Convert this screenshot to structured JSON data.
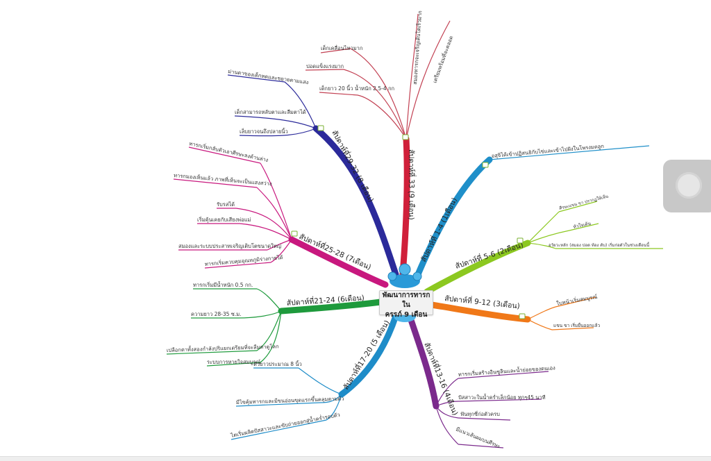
{
  "center": {
    "line1": "พัฒนาการทารกใน",
    "line2": "ครรภ์ 9 เดือน"
  },
  "branches": [
    {
      "id": "w33",
      "label": "สัปดาห์ที่ 33 (9 เดือน)",
      "color": "#d0203a",
      "leaves": [
        "เด็กเคลื่อนไหวมาก",
        "สมองทารกจะเจริญเติบโตเร็วมาก",
        "เตรียมพร้อมที่จะคลอด",
        "ปอดแข็งแรงมาก",
        "เด็กยาว 20 นิ้ว น้ำหนัก 2.5-4 กก"
      ]
    },
    {
      "id": "w29",
      "label": "สัปดาห์ที่29-32 (8 เดือน)",
      "color": "#2b2a9a",
      "leaves": [
        "ม่านตาของเด็กหดและขยายตามแสง",
        "เด็กสามารถหลับตาและลืมตาได้",
        "เล็บยาวจนถึงปลายนิ้ว"
      ]
    },
    {
      "id": "w25",
      "label": "สัปดาห์ที่25-28 (7เดือน)",
      "color": "#c8187e",
      "leaves": [
        "ทารกเริ่มกลับตัวเอาศีรษะลงด้านล่าง",
        "ทารกมองเห็นแล้ว ภาพที่เห็นจะเป็นแสงสว่าง",
        "รับรสได้",
        "เริ่มคุ้นเคยกับเสียงพ่อแม่",
        "สมองและระบบประสาทเจริญเติบโตขนาดใหญ่",
        "ทารกเริ่มควบคุมอุณหภูมิร่างกายได้"
      ]
    },
    {
      "id": "w21",
      "label": "สัปดาห์ที่21-24 (6เดือน)",
      "color": "#1e9a3c",
      "leaves": [
        "ทารกเริ่มมีน้ำหนัก 0.5 กก.",
        "ความยาว 28-35 ซ.ม.",
        "เปลือกตาทั้งสองกำลังปริแยกเตรียมที่จะลืมตาดูโลก",
        "ระบบการหายใจสมบูรณ์"
      ]
    },
    {
      "id": "w17",
      "label": "สัปดาห์ที่17-20 (5 เดือน)",
      "color": "#1e8cc8",
      "leaves": [
        "ตัวยาวประมาณ 8 นิ้ว",
        "มีไขคุ้มทารกและมีขนอ่อนขุดแรกขึ้นคลุมตามตัว",
        "ไตเริ่มผลิตปัสสาวะและขับถ่ายออกสู่น้ำคร่ำรอบตัว"
      ]
    },
    {
      "id": "w13",
      "label": "สัปดาห์ที่13-16 (4เดือน)",
      "color": "#7b2a8c",
      "leaves": [
        "ทารกเริ่มสร้างอินซูลินและน้ำย่อยของตนเอง",
        "ปัสสาวะในน้ำคร่ำเล็กน้อย ทุกๆ45 นาที",
        "ฟันทุกซี่ก่อตัวครบ",
        "มีแนวเส้นผมบนศีรษะ"
      ]
    },
    {
      "id": "w9",
      "label": "สัปดาห์ที่ 9-12 (3เดือน)",
      "color": "#f07818",
      "leaves": [
        "ใบหน้าเริ่มสมบูรณ์",
        "แขน ขา เริ่มยื่นออกแล้ว"
      ]
    },
    {
      "id": "w5",
      "label": "สัปดาห์ที่ 5-6 (2เดือน)",
      "color": "#8cc820",
      "leaves": [
        "ศีรษะแขน ขา ปรากฏให้เห็น",
        "หัวใจเต้น",
        "อวัยวะหลัก (สมอง ปอด ท้อง ตับ) เริ่มก่อตัวในช่วงเดือนนี้"
      ]
    },
    {
      "id": "w1",
      "label": "สัปดาห์ที่ 1-4 (1เดือน)",
      "color": "#1f8fc9",
      "leaves": [
        "อสุจิได้เข้าปฏิสนธิกับไข่และเข้าไปฝังในโพรงมดลูก"
      ]
    }
  ]
}
